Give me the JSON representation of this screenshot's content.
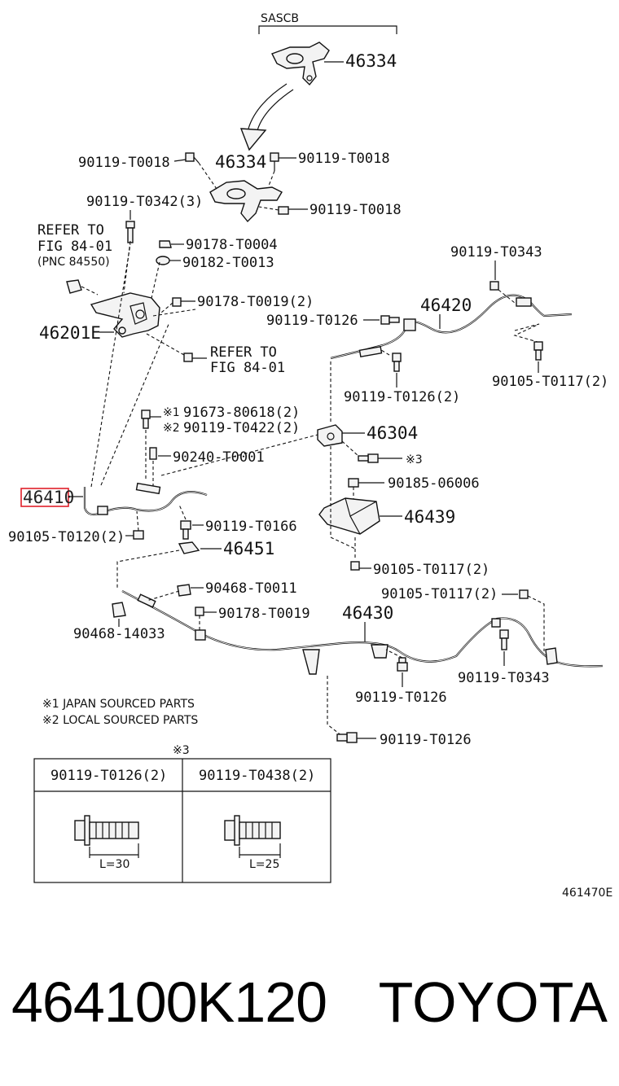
{
  "group_label": "SASCB",
  "fig_code": "461470E",
  "refer_left": [
    "REFER TO",
    "FIG 84-01",
    "(PNC 84550)"
  ],
  "refer_mid": [
    "REFER TO",
    "FIG 84-01"
  ],
  "part_numbers": {
    "p46334_top": "46334",
    "p46334": "46334",
    "p46201E": "46201E",
    "p46420": "46420",
    "p46304": "46304",
    "p46439": "46439",
    "p46410": "46410",
    "p46451": "46451",
    "p46430": "46430"
  },
  "fasteners": {
    "f1": "90119-T0018",
    "f2": "90119-T0018",
    "f3": "90119-T0342(3)",
    "f4": "90119-T0018",
    "f5": "90178-T0004",
    "f6": "90182-T0013",
    "f7": "90119-T0343",
    "f8": "90178-T0019(2)",
    "f9": "90119-T0126",
    "f10": "90119-T0126(2)",
    "f11": "90105-T0117(2)",
    "f12": "91673-80618(2)",
    "f13": "90119-T0422(2)",
    "f14": "90240-T0001",
    "f15": "90185-06006",
    "f16": "90119-T0166",
    "f17": "90105-T0120(2)",
    "f18": "90105-T0117(2)",
    "f19": "90468-T0011",
    "f20": "90105-T0117(2)",
    "f21": "90178-T0019",
    "f22": "90468-14033",
    "f23": "90119-T0343",
    "f24": "90119-T0126",
    "f25": "90119-T0126"
  },
  "marks": {
    "m1": "※1",
    "m2": "※2",
    "m3": "※3",
    "m3_table": "※3"
  },
  "notes": [
    "※1  JAPAN SOURCED PARTS",
    "※2  LOCAL SOURCED PARTS"
  ],
  "bolt_table": {
    "columns": [
      {
        "header": "90119-T0126(2)",
        "length": "L=30"
      },
      {
        "header": "90119-T0438(2)",
        "length": "L=25"
      }
    ]
  },
  "highlight": {
    "part": "46410",
    "color": "#e0202a"
  },
  "footer": {
    "part_number": "464100K120",
    "brand": "TOYOTA"
  }
}
